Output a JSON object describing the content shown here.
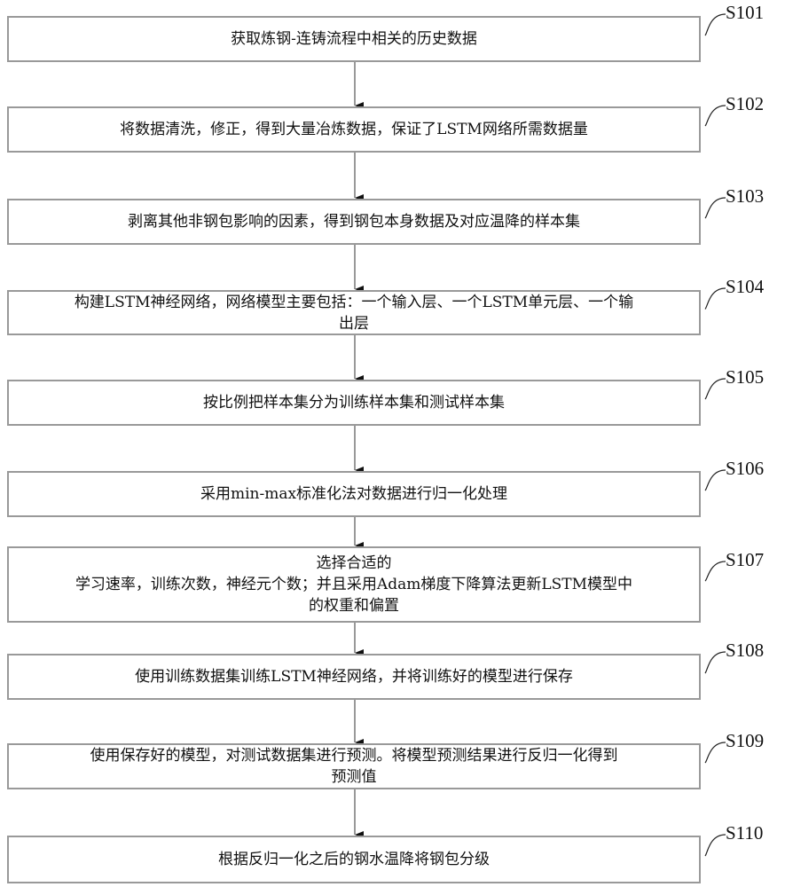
{
  "steps": [
    {
      "id": "S101",
      "lines": [
        "获取炼钢-连铸流程中相关的历史数据"
      ]
    },
    {
      "id": "S102",
      "lines": [
        "将数据清洗，修正，得到大量冶炼数据，保证了LSTM网络所需数据量"
      ]
    },
    {
      "id": "S103",
      "lines": [
        "剥离其他非钢包影响的因素，得到钢包本身数据及对应温降的样本集"
      ]
    },
    {
      "id": "S104",
      "lines": [
        "构建LSTM神经网络，网络模型主要包括：一个输入层、一个LSTM单元层、一个输",
        "出层"
      ]
    },
    {
      "id": "S105",
      "lines": [
        "按比例把样本集分为训练样本集和测试样本集"
      ]
    },
    {
      "id": "S106",
      "lines": [
        "采用min-max标准化法对数据进行归一化处理"
      ]
    },
    {
      "id": "S107",
      "lines": [
        "选择合适的",
        "学习速率，训练次数，神经元个数；并且采用Adam梯度下降算法更新LSTM模型中",
        "的权重和偏置"
      ]
    },
    {
      "id": "S108",
      "lines": [
        "使用训练数据集训练LSTM神经网络，并将训练好的模型进行保存"
      ]
    },
    {
      "id": "S109",
      "lines": [
        "使用保存好的模型，对测试数据集进行预测。将模型预测结果进行反归一化得到",
        "预测值"
      ]
    },
    {
      "id": "S110",
      "lines": [
        "根据反归一化之后的钢水温降将钢包分级"
      ]
    }
  ]
}
